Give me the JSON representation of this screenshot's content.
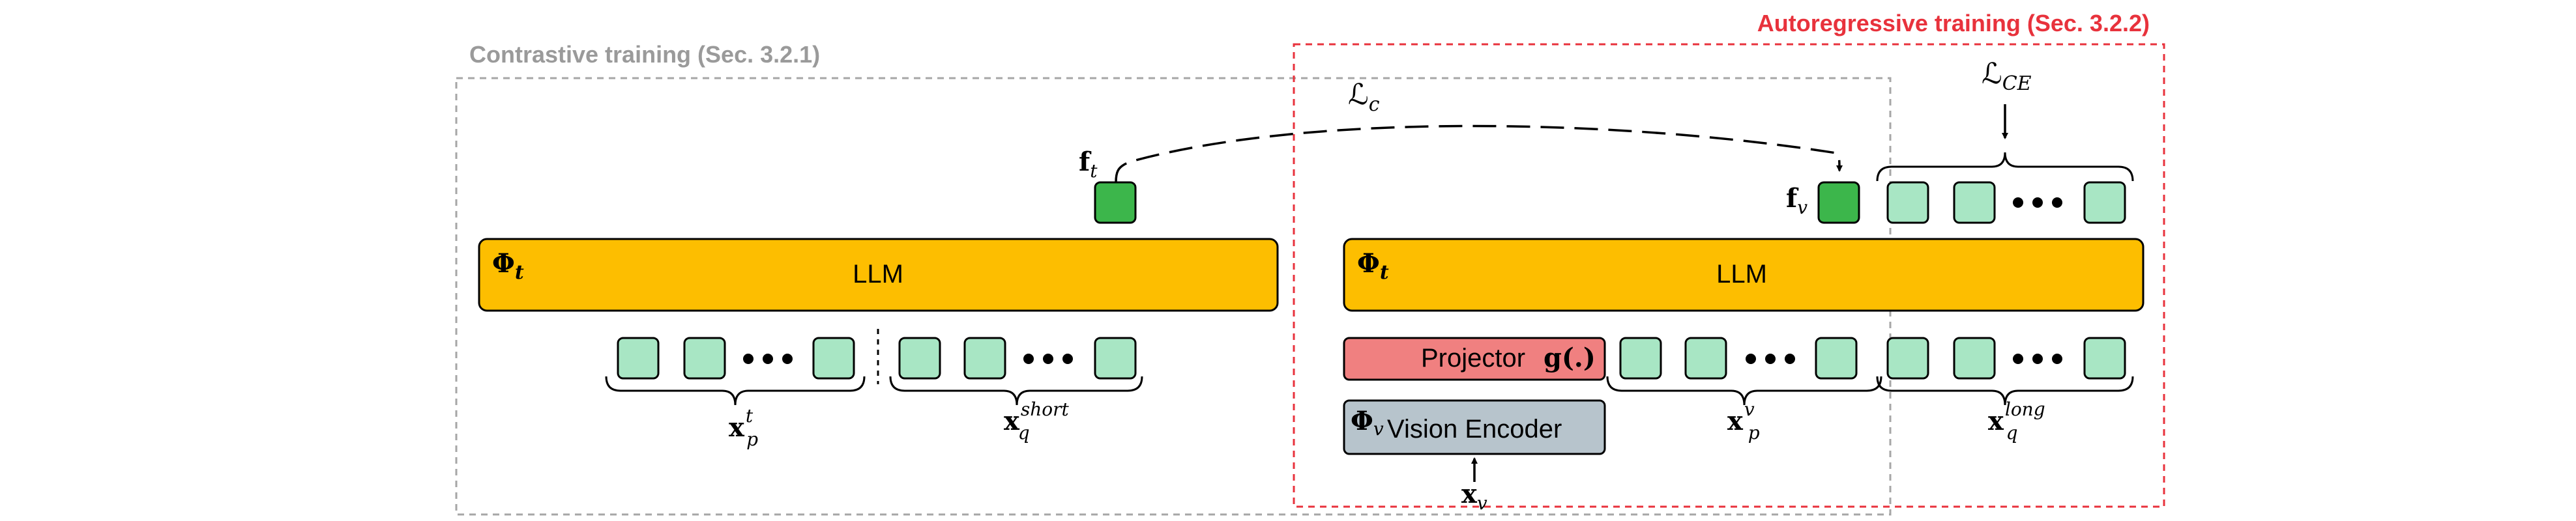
{
  "sections": {
    "contrastive_label": "Contrastive training (Sec. 3.2.1)",
    "autoregressive_label": "Autoregressive training (Sec. 3.2.2)"
  },
  "left_llm": {
    "phi": "Φ",
    "phi_sub": "t",
    "label": "LLM"
  },
  "right_llm": {
    "phi": "Φ",
    "phi_sub": "t",
    "label": "LLM"
  },
  "projector": {
    "label": "Projector",
    "fn": "g(.)"
  },
  "vision_encoder": {
    "phi": "Φ",
    "phi_sub": "v",
    "label": "Vision Encoder"
  },
  "symbols": {
    "f_t": {
      "main": "f",
      "sub": "t"
    },
    "f_v": {
      "main": "f",
      "sub": "v"
    },
    "loss_c": {
      "main": "ℒ",
      "sub": "c"
    },
    "loss_ce": {
      "main": "ℒ",
      "sub": "CE"
    },
    "x_p_t": {
      "main": "x",
      "sub": "p",
      "sup": "t"
    },
    "x_q_short": {
      "main": "x",
      "sub": "q",
      "sup": "short"
    },
    "x_p_v": {
      "main": "x",
      "sub": "p",
      "sup": "v"
    },
    "x_q_long": {
      "main": "x",
      "sub": "q",
      "sup": "long"
    },
    "x_v": {
      "main": "x",
      "sub": "v"
    }
  },
  "colors": {
    "llm_fill": "#fdbe00",
    "projector_fill": "#f08080",
    "encoder_fill": "#b7c4cc",
    "token_fill": "#a8e6c4",
    "feature_fill": "#3cb64b",
    "contrastive_border": "#a6a6a6",
    "autoregressive_border": "#e8323c"
  }
}
